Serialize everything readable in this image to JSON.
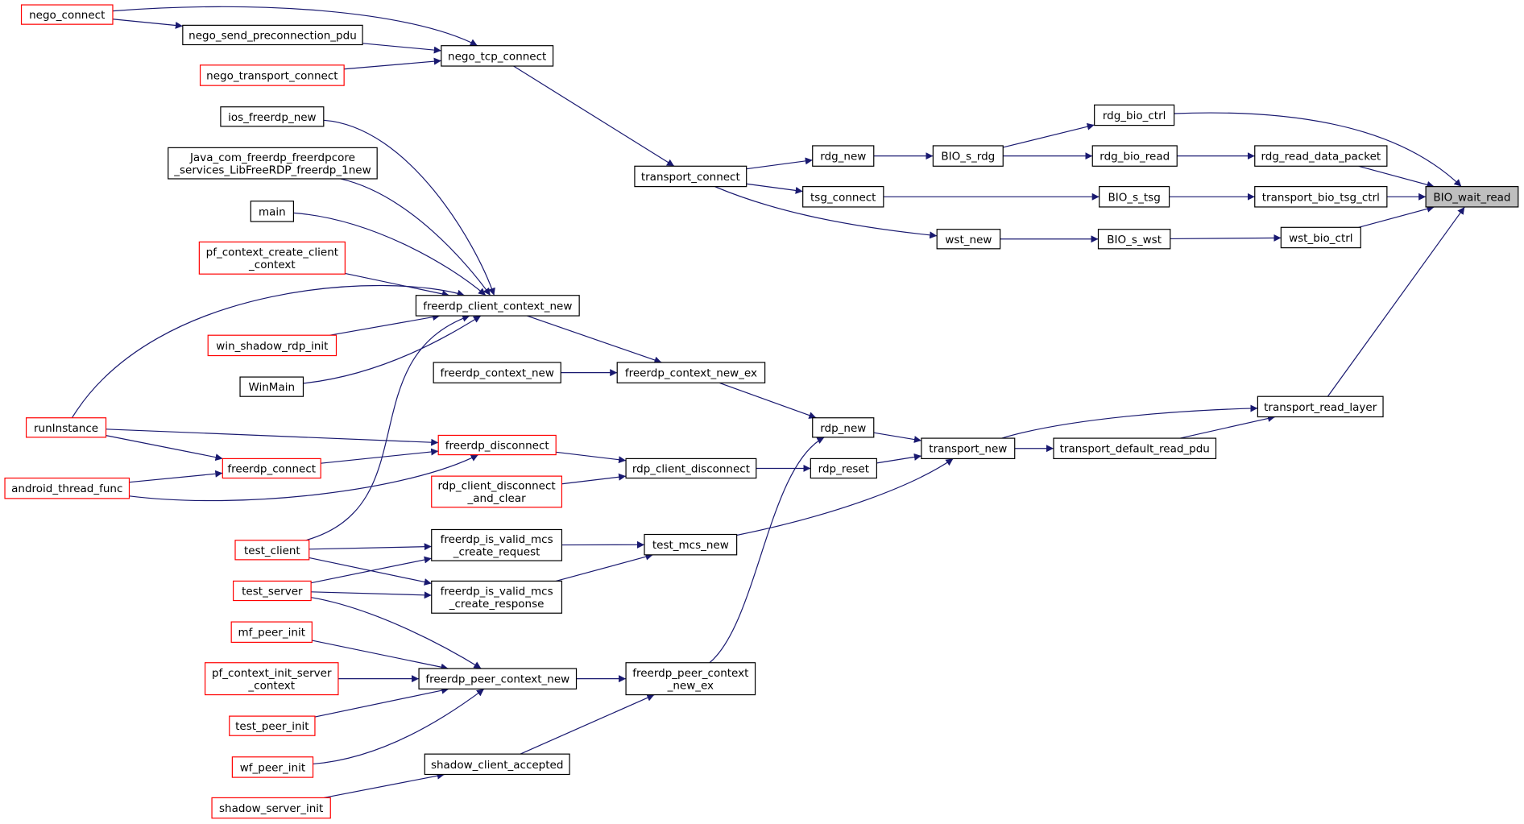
{
  "graph": {
    "colors": {
      "edge": "#191970",
      "border_default": "#000000",
      "border_red": "#ff0000",
      "focus_fill": "#bfbfbf",
      "fill": "#ffffff"
    },
    "nodes": {
      "nego_connect": {
        "lines": [
          "nego_connect"
        ],
        "border": "red"
      },
      "nego_send_preconnection_pdu": {
        "lines": [
          "nego_send_preconnection_pdu"
        ],
        "border": "black"
      },
      "nego_transport_connect": {
        "lines": [
          "nego_transport_connect"
        ],
        "border": "red"
      },
      "nego_tcp_connect": {
        "lines": [
          "nego_tcp_connect"
        ],
        "border": "black"
      },
      "ios_freerdp_new": {
        "lines": [
          "ios_freerdp_new"
        ],
        "border": "black"
      },
      "java_com": {
        "lines": [
          "Java_com_freerdp_freerdpcore",
          "_services_LibFreeRDP_freerdp_1new"
        ],
        "border": "black"
      },
      "main": {
        "lines": [
          "main"
        ],
        "border": "black"
      },
      "pf_context_create_client_context": {
        "lines": [
          "pf_context_create_client",
          "_context"
        ],
        "border": "red"
      },
      "freerdp_client_context_new": {
        "lines": [
          "freerdp_client_context_new"
        ],
        "border": "black"
      },
      "win_shadow_rdp_init": {
        "lines": [
          "win_shadow_rdp_init"
        ],
        "border": "red"
      },
      "WinMain": {
        "lines": [
          "WinMain"
        ],
        "border": "black"
      },
      "freerdp_context_new": {
        "lines": [
          "freerdp_context_new"
        ],
        "border": "black"
      },
      "freerdp_context_new_ex": {
        "lines": [
          "freerdp_context_new_ex"
        ],
        "border": "black"
      },
      "runInstance": {
        "lines": [
          "runInstance"
        ],
        "border": "red"
      },
      "freerdp_disconnect": {
        "lines": [
          "freerdp_disconnect"
        ],
        "border": "red"
      },
      "freerdp_connect": {
        "lines": [
          "freerdp_connect"
        ],
        "border": "red"
      },
      "android_thread_func": {
        "lines": [
          "android_thread_func"
        ],
        "border": "red"
      },
      "rdp_client_disconnect_and_clear": {
        "lines": [
          "rdp_client_disconnect",
          "_and_clear"
        ],
        "border": "red"
      },
      "rdp_client_disconnect": {
        "lines": [
          "rdp_client_disconnect"
        ],
        "border": "black"
      },
      "test_client": {
        "lines": [
          "test_client"
        ],
        "border": "red"
      },
      "test_server": {
        "lines": [
          "test_server"
        ],
        "border": "red"
      },
      "freerdp_is_valid_mcs_create_request": {
        "lines": [
          "freerdp_is_valid_mcs",
          "_create_request"
        ],
        "border": "black"
      },
      "freerdp_is_valid_mcs_create_response": {
        "lines": [
          "freerdp_is_valid_mcs",
          "_create_response"
        ],
        "border": "black"
      },
      "test_mcs_new": {
        "lines": [
          "test_mcs_new"
        ],
        "border": "black"
      },
      "mf_peer_init": {
        "lines": [
          "mf_peer_init"
        ],
        "border": "red"
      },
      "pf_context_init_server_context": {
        "lines": [
          "pf_context_init_server",
          "_context"
        ],
        "border": "red"
      },
      "test_peer_init": {
        "lines": [
          "test_peer_init"
        ],
        "border": "red"
      },
      "wf_peer_init": {
        "lines": [
          "wf_peer_init"
        ],
        "border": "red"
      },
      "freerdp_peer_context_new": {
        "lines": [
          "freerdp_peer_context_new"
        ],
        "border": "black"
      },
      "freerdp_peer_context_new_ex": {
        "lines": [
          "freerdp_peer_context",
          "_new_ex"
        ],
        "border": "black"
      },
      "shadow_server_init": {
        "lines": [
          "shadow_server_init"
        ],
        "border": "red"
      },
      "shadow_client_accepted": {
        "lines": [
          "shadow_client_accepted"
        ],
        "border": "black"
      },
      "transport_connect": {
        "lines": [
          "transport_connect"
        ],
        "border": "black"
      },
      "rdp_new": {
        "lines": [
          "rdp_new"
        ],
        "border": "black"
      },
      "rdp_reset": {
        "lines": [
          "rdp_reset"
        ],
        "border": "black"
      },
      "transport_new": {
        "lines": [
          "transport_new"
        ],
        "border": "black"
      },
      "rdg_new": {
        "lines": [
          "rdg_new"
        ],
        "border": "black"
      },
      "tsg_connect": {
        "lines": [
          "tsg_connect"
        ],
        "border": "black"
      },
      "wst_new": {
        "lines": [
          "wst_new"
        ],
        "border": "black"
      },
      "BIO_s_rdg": {
        "lines": [
          "BIO_s_rdg"
        ],
        "border": "black"
      },
      "BIO_s_tsg": {
        "lines": [
          "BIO_s_tsg"
        ],
        "border": "black"
      },
      "BIO_s_wst": {
        "lines": [
          "BIO_s_wst"
        ],
        "border": "black"
      },
      "rdg_bio_ctrl": {
        "lines": [
          "rdg_bio_ctrl"
        ],
        "border": "black"
      },
      "rdg_bio_read": {
        "lines": [
          "rdg_bio_read"
        ],
        "border": "black"
      },
      "rdg_read_data_packet": {
        "lines": [
          "rdg_read_data_packet"
        ],
        "border": "black"
      },
      "transport_bio_tsg_ctrl": {
        "lines": [
          "transport_bio_tsg_ctrl"
        ],
        "border": "black"
      },
      "wst_bio_ctrl": {
        "lines": [
          "wst_bio_ctrl"
        ],
        "border": "black"
      },
      "transport_read_layer": {
        "lines": [
          "transport_read_layer"
        ],
        "border": "black"
      },
      "transport_default_read_pdu": {
        "lines": [
          "transport_default_read_pdu"
        ],
        "border": "black"
      },
      "BIO_wait_read": {
        "lines": [
          "BIO_wait_read"
        ],
        "border": "black",
        "focus": true
      }
    },
    "edges": [
      [
        "nego_connect",
        "nego_send_preconnection_pdu"
      ],
      [
        "nego_connect",
        "nego_tcp_connect"
      ],
      [
        "nego_send_preconnection_pdu",
        "nego_tcp_connect"
      ],
      [
        "nego_transport_connect",
        "nego_tcp_connect"
      ],
      [
        "nego_tcp_connect",
        "transport_connect"
      ],
      [
        "ios_freerdp_new",
        "freerdp_client_context_new"
      ],
      [
        "java_com",
        "freerdp_client_context_new"
      ],
      [
        "main",
        "freerdp_client_context_new"
      ],
      [
        "pf_context_create_client_context",
        "freerdp_client_context_new"
      ],
      [
        "runInstance",
        "freerdp_client_context_new"
      ],
      [
        "win_shadow_rdp_init",
        "freerdp_client_context_new"
      ],
      [
        "WinMain",
        "freerdp_client_context_new"
      ],
      [
        "test_client",
        "freerdp_client_context_new"
      ],
      [
        "freerdp_client_context_new",
        "freerdp_context_new_ex"
      ],
      [
        "freerdp_context_new",
        "freerdp_context_new_ex"
      ],
      [
        "freerdp_context_new_ex",
        "rdp_new"
      ],
      [
        "runInstance",
        "freerdp_disconnect"
      ],
      [
        "runInstance",
        "freerdp_connect"
      ],
      [
        "freerdp_connect",
        "freerdp_disconnect"
      ],
      [
        "android_thread_func",
        "freerdp_connect"
      ],
      [
        "android_thread_func",
        "freerdp_disconnect"
      ],
      [
        "freerdp_disconnect",
        "rdp_client_disconnect"
      ],
      [
        "rdp_client_disconnect_and_clear",
        "rdp_client_disconnect"
      ],
      [
        "rdp_client_disconnect",
        "rdp_reset"
      ],
      [
        "test_client",
        "freerdp_is_valid_mcs_create_request"
      ],
      [
        "test_client",
        "freerdp_is_valid_mcs_create_response"
      ],
      [
        "test_server",
        "freerdp_is_valid_mcs_create_request"
      ],
      [
        "test_server",
        "freerdp_is_valid_mcs_create_response"
      ],
      [
        "freerdp_is_valid_mcs_create_request",
        "test_mcs_new"
      ],
      [
        "freerdp_is_valid_mcs_create_response",
        "test_mcs_new"
      ],
      [
        "test_mcs_new",
        "transport_new"
      ],
      [
        "test_server",
        "freerdp_peer_context_new"
      ],
      [
        "mf_peer_init",
        "freerdp_peer_context_new"
      ],
      [
        "pf_context_init_server_context",
        "freerdp_peer_context_new"
      ],
      [
        "test_peer_init",
        "freerdp_peer_context_new"
      ],
      [
        "wf_peer_init",
        "freerdp_peer_context_new"
      ],
      [
        "freerdp_peer_context_new",
        "freerdp_peer_context_new_ex"
      ],
      [
        "shadow_server_init",
        "shadow_client_accepted"
      ],
      [
        "shadow_client_accepted",
        "freerdp_peer_context_new_ex"
      ],
      [
        "freerdp_peer_context_new_ex",
        "rdp_new"
      ],
      [
        "rdp_new",
        "transport_new"
      ],
      [
        "rdp_reset",
        "transport_new"
      ],
      [
        "transport_connect",
        "rdg_new"
      ],
      [
        "transport_connect",
        "tsg_connect"
      ],
      [
        "transport_connect",
        "wst_new"
      ],
      [
        "rdg_new",
        "BIO_s_rdg"
      ],
      [
        "tsg_connect",
        "BIO_s_tsg"
      ],
      [
        "wst_new",
        "BIO_s_wst"
      ],
      [
        "BIO_s_rdg",
        "rdg_bio_ctrl"
      ],
      [
        "BIO_s_rdg",
        "rdg_bio_read"
      ],
      [
        "rdg_bio_read",
        "rdg_read_data_packet"
      ],
      [
        "BIO_s_tsg",
        "transport_bio_tsg_ctrl"
      ],
      [
        "BIO_s_wst",
        "wst_bio_ctrl"
      ],
      [
        "rdg_bio_ctrl",
        "BIO_wait_read"
      ],
      [
        "rdg_read_data_packet",
        "BIO_wait_read"
      ],
      [
        "transport_bio_tsg_ctrl",
        "BIO_wait_read"
      ],
      [
        "wst_bio_ctrl",
        "BIO_wait_read"
      ],
      [
        "transport_read_layer",
        "BIO_wait_read"
      ],
      [
        "transport_new",
        "transport_default_read_pdu"
      ],
      [
        "transport_new",
        "transport_read_layer"
      ],
      [
        "transport_default_read_pdu",
        "transport_read_layer"
      ]
    ]
  }
}
